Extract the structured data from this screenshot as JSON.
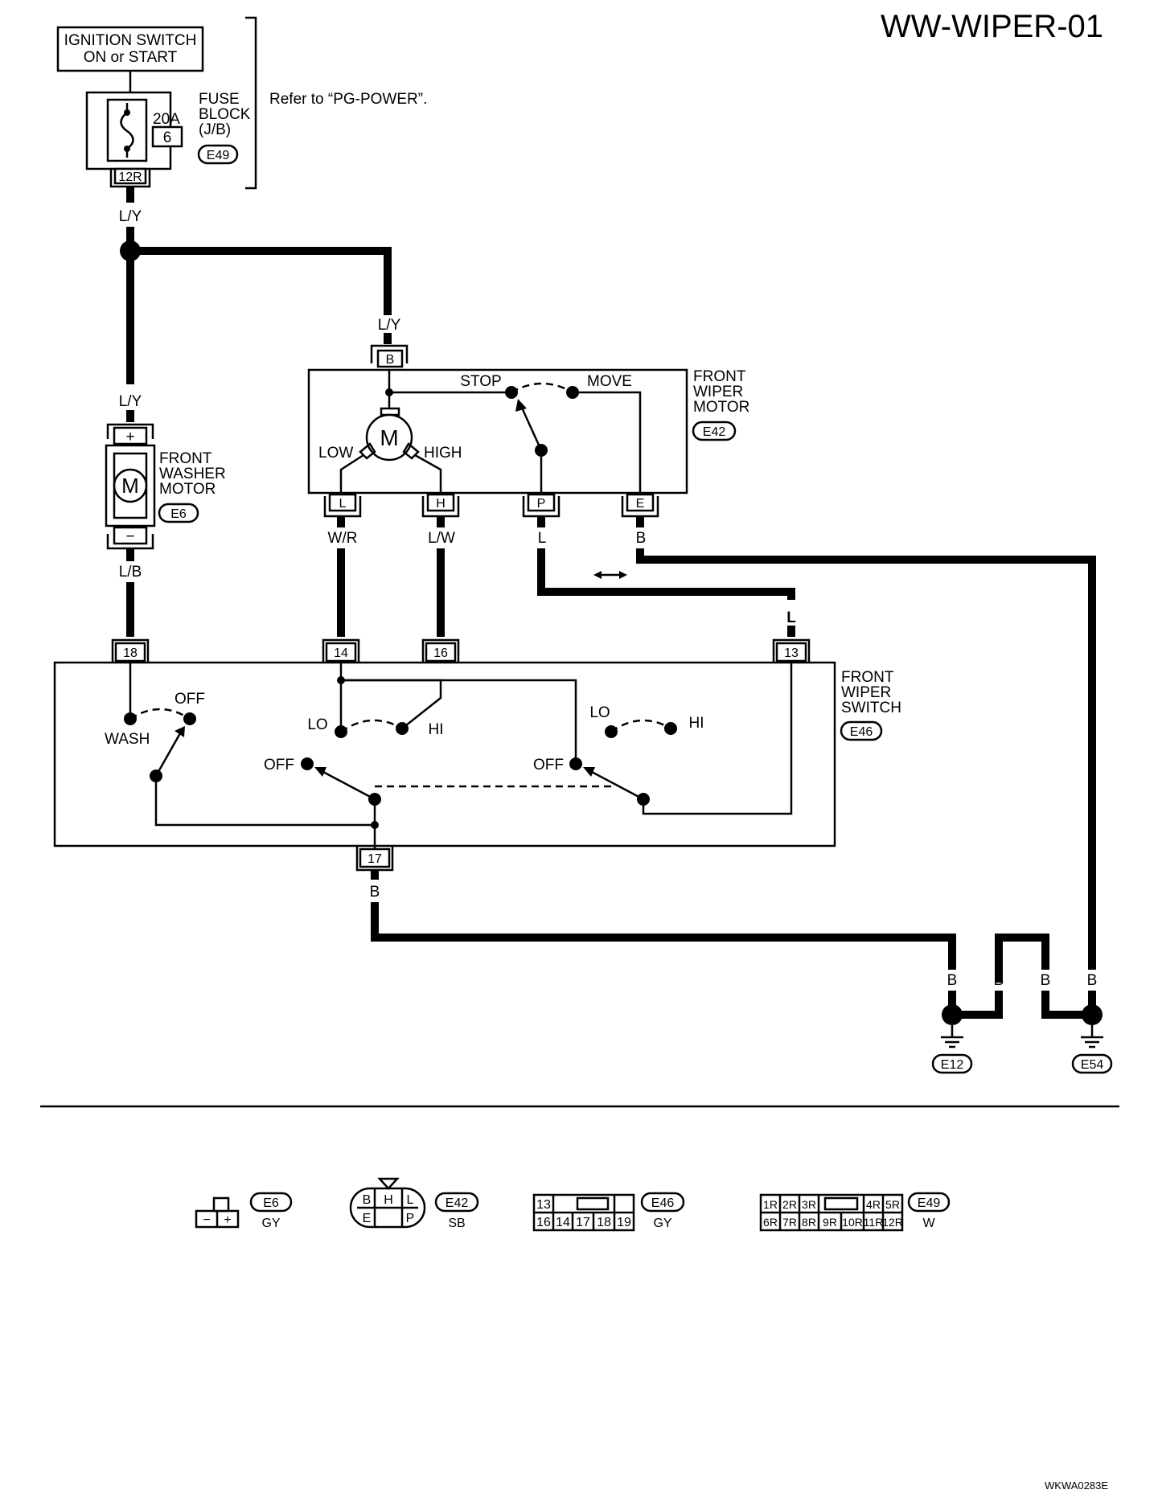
{
  "title": "WW-WIPER-01",
  "footer_code": "WKWA0283E",
  "power": {
    "ignition_label_1": "IGNITION SWITCH",
    "ignition_label_2": "ON or START",
    "fuse_amp": "20A",
    "fuse_no": "6",
    "fuse_block_1": "FUSE",
    "fuse_block_2": "BLOCK",
    "fuse_block_3": "(J/B)",
    "fuse_block_conn": "E49",
    "fuse_block_pin": "12R",
    "refer_note": "Refer to “PG-POWER”."
  },
  "washer_motor": {
    "label_1": "FRONT",
    "label_2": "WASHER",
    "label_3": "MOTOR",
    "connector": "E6",
    "motor_symbol": "M",
    "plus_pin": "+",
    "minus_pin": "−"
  },
  "wiper_motor": {
    "label_1": "FRONT",
    "label_2": "WIPER",
    "label_3": "MOTOR",
    "connector": "E42",
    "motor_symbol": "M",
    "stop": "STOP",
    "move": "MOVE",
    "low": "LOW",
    "high": "HIGH",
    "pin_b": "B",
    "pin_l": "L",
    "pin_h": "H",
    "pin_p": "P",
    "pin_e": "E"
  },
  "wiper_switch": {
    "label_1": "FRONT",
    "label_2": "WIPER",
    "label_3": "SWITCH",
    "connector": "E46",
    "pin_18": "18",
    "pin_14": "14",
    "pin_16": "16",
    "pin_13": "13",
    "pin_17": "17",
    "off_wash": "OFF",
    "wash": "WASH",
    "lo_1": "LO",
    "hi_1": "HI",
    "off_1": "OFF",
    "lo_2": "LO",
    "hi_2": "HI",
    "off_2": "OFF"
  },
  "wire_colors": {
    "ly_1": "L/Y",
    "ly_2": "L/Y",
    "ly_3": "L/Y",
    "lb": "L/B",
    "wr": "W/R",
    "lw": "L/W",
    "l_p": "L",
    "b_e": "B",
    "l_13": "L",
    "b_17": "B",
    "b_g1": "B",
    "b_g2": "B",
    "b_g3": "B",
    "b_g4": "B"
  },
  "grounds": {
    "g1": "E12",
    "g2": "E54"
  },
  "connector_legend": {
    "e6": {
      "id": "E6",
      "color": "GY",
      "minus": "−",
      "plus": "+"
    },
    "e42": {
      "id": "E42",
      "color": "SB",
      "b": "B",
      "h": "H",
      "l": "L",
      "e": "E",
      "p": "P"
    },
    "e46": {
      "id": "E46",
      "color": "GY",
      "p13": "13",
      "p16": "16",
      "p14": "14",
      "p17": "17",
      "p18": "18",
      "p19": "19"
    },
    "e49": {
      "id": "E49",
      "color": "W",
      "p1r": "1R",
      "p2r": "2R",
      "p3r": "3R",
      "p4r": "4R",
      "p5r": "5R",
      "p6r": "6R",
      "p7r": "7R",
      "p8r": "8R",
      "p9r": "9R",
      "p10r": "10R",
      "p11r": "11R",
      "p12r": "12R"
    }
  }
}
